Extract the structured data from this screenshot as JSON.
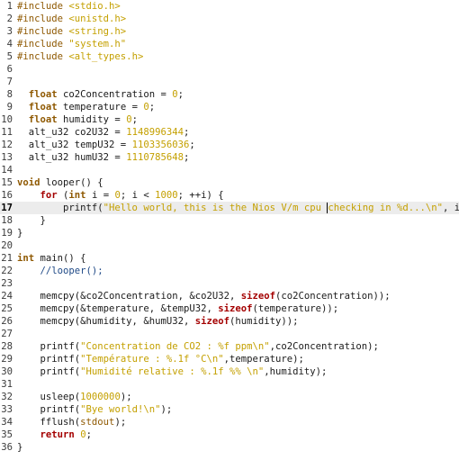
{
  "colors": {
    "preprocessor": "#8f5902",
    "string": "#c4a000",
    "keyword": "#a40000",
    "comment": "#204a87",
    "current_line": "#ececec"
  },
  "current_line": 17,
  "lines": [
    {
      "n": "1",
      "tokens": [
        [
          "pre",
          "#include "
        ],
        [
          "str",
          "<stdio.h>"
        ]
      ]
    },
    {
      "n": "2",
      "tokens": [
        [
          "pre",
          "#include "
        ],
        [
          "str",
          "<unistd.h>"
        ]
      ]
    },
    {
      "n": "3",
      "tokens": [
        [
          "pre",
          "#include "
        ],
        [
          "str",
          "<string.h>"
        ]
      ]
    },
    {
      "n": "4",
      "tokens": [
        [
          "pre",
          "#include "
        ],
        [
          "str",
          "\"system.h\""
        ]
      ]
    },
    {
      "n": "5",
      "tokens": [
        [
          "pre",
          "#include "
        ],
        [
          "str",
          "<alt_types.h>"
        ]
      ]
    },
    {
      "n": "6",
      "tokens": []
    },
    {
      "n": "7",
      "tokens": []
    },
    {
      "n": "8",
      "tokens": [
        [
          "plain",
          "  "
        ],
        [
          "type",
          "float"
        ],
        [
          "plain",
          " co2Concentration = "
        ],
        [
          "num",
          "0"
        ],
        [
          "plain",
          ";"
        ]
      ]
    },
    {
      "n": "9",
      "tokens": [
        [
          "plain",
          "  "
        ],
        [
          "type",
          "float"
        ],
        [
          "plain",
          " temperature = "
        ],
        [
          "num",
          "0"
        ],
        [
          "plain",
          ";"
        ]
      ]
    },
    {
      "n": "10",
      "tokens": [
        [
          "plain",
          "  "
        ],
        [
          "type",
          "float"
        ],
        [
          "plain",
          " humidity = "
        ],
        [
          "num",
          "0"
        ],
        [
          "plain",
          ";"
        ]
      ]
    },
    {
      "n": "11",
      "tokens": [
        [
          "plain",
          "  alt_u32 co2U32 = "
        ],
        [
          "num",
          "1148996344"
        ],
        [
          "plain",
          ";"
        ]
      ]
    },
    {
      "n": "12",
      "tokens": [
        [
          "plain",
          "  alt_u32 tempU32 = "
        ],
        [
          "num",
          "1103356036"
        ],
        [
          "plain",
          ";"
        ]
      ]
    },
    {
      "n": "13",
      "tokens": [
        [
          "plain",
          "  alt_u32 humU32 = "
        ],
        [
          "num",
          "1110785648"
        ],
        [
          "plain",
          ";"
        ]
      ]
    },
    {
      "n": "14",
      "tokens": []
    },
    {
      "n": "15",
      "tokens": [
        [
          "type",
          "void"
        ],
        [
          "plain",
          " looper() {"
        ]
      ]
    },
    {
      "n": "16",
      "tokens": [
        [
          "plain",
          "    "
        ],
        [
          "kw",
          "for"
        ],
        [
          "plain",
          " ("
        ],
        [
          "type",
          "int"
        ],
        [
          "plain",
          " i = "
        ],
        [
          "num",
          "0"
        ],
        [
          "plain",
          "; i < "
        ],
        [
          "num",
          "1000"
        ],
        [
          "plain",
          "; ++i) {"
        ]
      ]
    },
    {
      "n": "17",
      "tokens": [
        [
          "plain",
          "        printf("
        ],
        [
          "str",
          "\"Hello world, this is the Nios V/m cpu "
        ],
        [
          "caret",
          ""
        ],
        [
          "str",
          "checking in %d...\\n\""
        ],
        [
          "plain",
          ", i);"
        ]
      ]
    },
    {
      "n": "18",
      "tokens": [
        [
          "plain",
          "    }"
        ]
      ]
    },
    {
      "n": "19",
      "tokens": [
        [
          "plain",
          "}"
        ]
      ]
    },
    {
      "n": "20",
      "tokens": []
    },
    {
      "n": "21",
      "tokens": [
        [
          "type",
          "int"
        ],
        [
          "plain",
          " main() {"
        ]
      ]
    },
    {
      "n": "22",
      "tokens": [
        [
          "plain",
          "    "
        ],
        [
          "cmt",
          "//looper();"
        ]
      ]
    },
    {
      "n": "23",
      "tokens": []
    },
    {
      "n": "24",
      "tokens": [
        [
          "plain",
          "    memcpy(&co2Concentration, &co2U32, "
        ],
        [
          "kw",
          "sizeof"
        ],
        [
          "plain",
          "(co2Concentration));"
        ]
      ]
    },
    {
      "n": "25",
      "tokens": [
        [
          "plain",
          "    memcpy(&temperature, &tempU32, "
        ],
        [
          "kw",
          "sizeof"
        ],
        [
          "plain",
          "(temperature));"
        ]
      ]
    },
    {
      "n": "26",
      "tokens": [
        [
          "plain",
          "    memcpy(&humidity, &humU32, "
        ],
        [
          "kw",
          "sizeof"
        ],
        [
          "plain",
          "(humidity));"
        ]
      ]
    },
    {
      "n": "27",
      "tokens": []
    },
    {
      "n": "28",
      "tokens": [
        [
          "plain",
          "    printf("
        ],
        [
          "str",
          "\"Concentration de CO2 : %f ppm\\n\""
        ],
        [
          "plain",
          ",co2Concentration);"
        ]
      ]
    },
    {
      "n": "29",
      "tokens": [
        [
          "plain",
          "    printf("
        ],
        [
          "str",
          "\"Température : %.1f °C\\n\""
        ],
        [
          "plain",
          ",temperature);"
        ]
      ]
    },
    {
      "n": "30",
      "tokens": [
        [
          "plain",
          "    printf("
        ],
        [
          "str",
          "\"Humidité relative : %.1f %% \\n\""
        ],
        [
          "plain",
          ",humidity);"
        ]
      ]
    },
    {
      "n": "31",
      "tokens": []
    },
    {
      "n": "32",
      "tokens": [
        [
          "plain",
          "    usleep("
        ],
        [
          "num",
          "1000000"
        ],
        [
          "plain",
          ");"
        ]
      ]
    },
    {
      "n": "33",
      "tokens": [
        [
          "plain",
          "    printf("
        ],
        [
          "str",
          "\"Bye world!\\n\""
        ],
        [
          "plain",
          ");"
        ]
      ]
    },
    {
      "n": "34",
      "tokens": [
        [
          "plain",
          "    fflush("
        ],
        [
          "pre",
          "stdout"
        ],
        [
          "plain",
          ");"
        ]
      ]
    },
    {
      "n": "35",
      "tokens": [
        [
          "plain",
          "    "
        ],
        [
          "kw",
          "return"
        ],
        [
          "plain",
          " "
        ],
        [
          "num",
          "0"
        ],
        [
          "plain",
          ";"
        ]
      ]
    },
    {
      "n": "36",
      "tokens": [
        [
          "plain",
          "}"
        ]
      ]
    }
  ]
}
